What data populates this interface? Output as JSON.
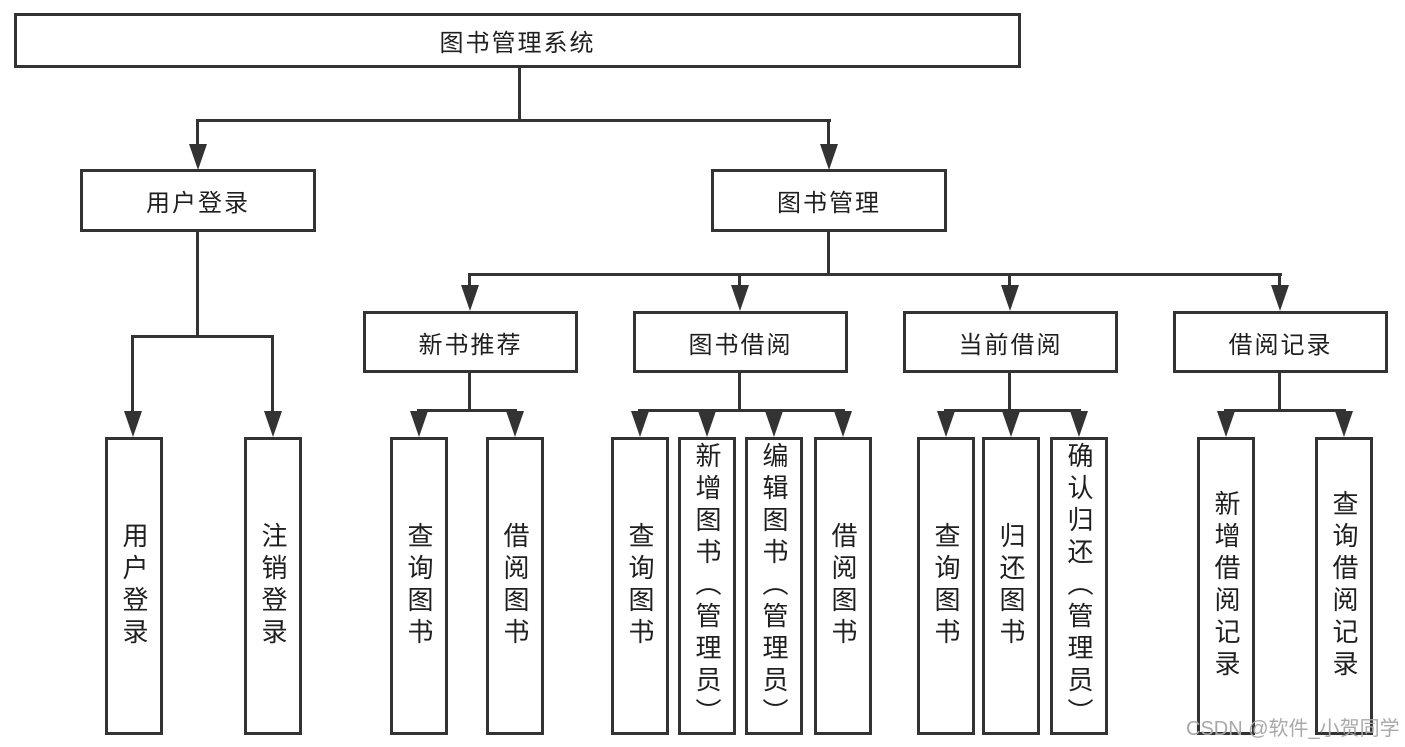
{
  "diagram": {
    "type": "tree",
    "root": {
      "label": "图书管理系统"
    },
    "level2": [
      {
        "label": "用户登录"
      },
      {
        "label": "图书管理"
      }
    ],
    "level3": [
      {
        "label": "新书推荐"
      },
      {
        "label": "图书借阅"
      },
      {
        "label": "当前借阅"
      },
      {
        "label": "借阅记录"
      }
    ],
    "leaves": {
      "user_login": [
        {
          "label": "用户登录"
        },
        {
          "label": "注销登录"
        }
      ],
      "new_book": [
        {
          "label": "查询图书"
        },
        {
          "label": "借阅图书"
        }
      ],
      "book_borrow": [
        {
          "label": "查询图书"
        },
        {
          "label": "新增图书（管理员）"
        },
        {
          "label": "编辑图书（管理员）"
        },
        {
          "label": "借阅图书"
        }
      ],
      "current_borrow": [
        {
          "label": "查询图书"
        },
        {
          "label": "归还图书"
        },
        {
          "label": "确认归还（管理员）"
        }
      ],
      "borrow_records": [
        {
          "label": "新增借阅记录"
        },
        {
          "label": "查询借阅记录"
        }
      ]
    }
  },
  "watermark": {
    "text": "CSDN @软件_小贺同学"
  },
  "colors": {
    "line": "#333333",
    "text": "#1f1f1f",
    "background": "#ffffff",
    "watermark": "#a9a9a9"
  }
}
